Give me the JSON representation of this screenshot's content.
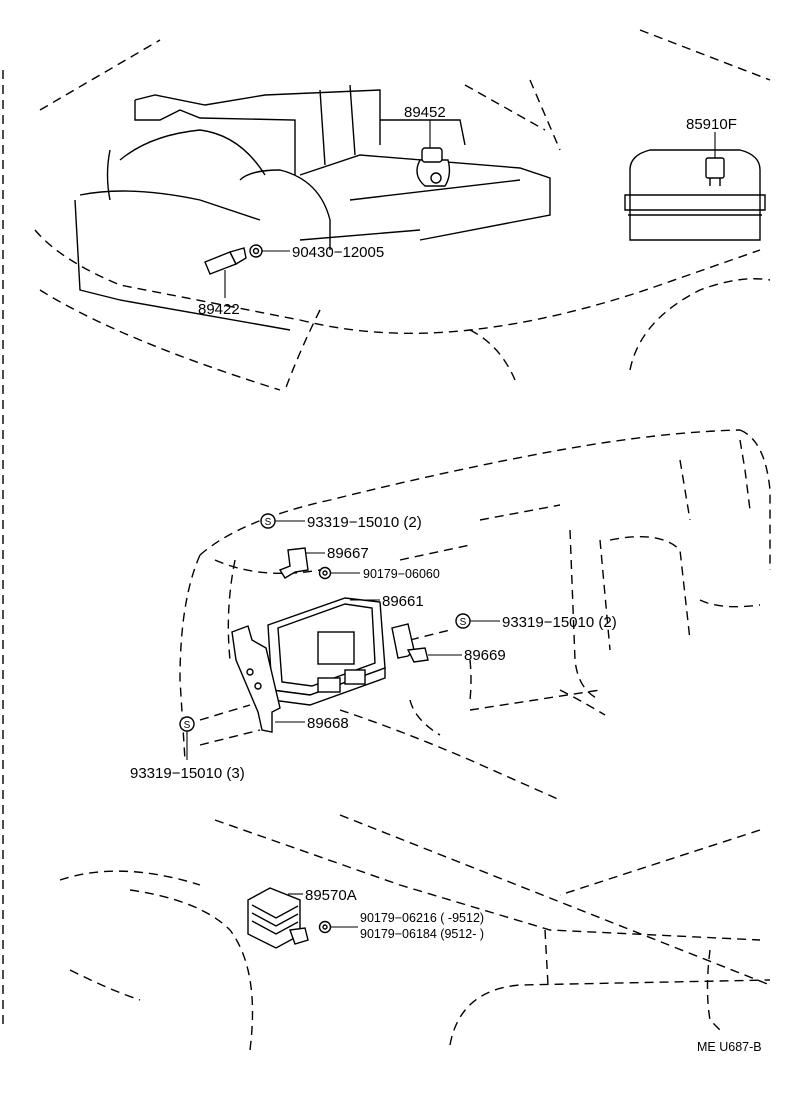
{
  "callouts": {
    "p89452": "89452",
    "p85910f": "85910F",
    "p90430": "90430−12005",
    "p89422": "89422",
    "p93319_top": "93319−15010 (2)",
    "p89667": "89667",
    "p90179_06060": "90179−06060",
    "p89661": "89661",
    "p93319_right": "93319−15010 (2)",
    "p89669": "89669",
    "p89668": "89668",
    "p93319_bottom": "93319−15010 (3)",
    "p89570a": "89570A",
    "p90179_06216": "90179−06216 (        -9512)",
    "p90179_06184": "90179−06184 (9512-        )"
  },
  "symbols": {
    "screw_mark": "S"
  },
  "diagram_code": "ME U687-B"
}
